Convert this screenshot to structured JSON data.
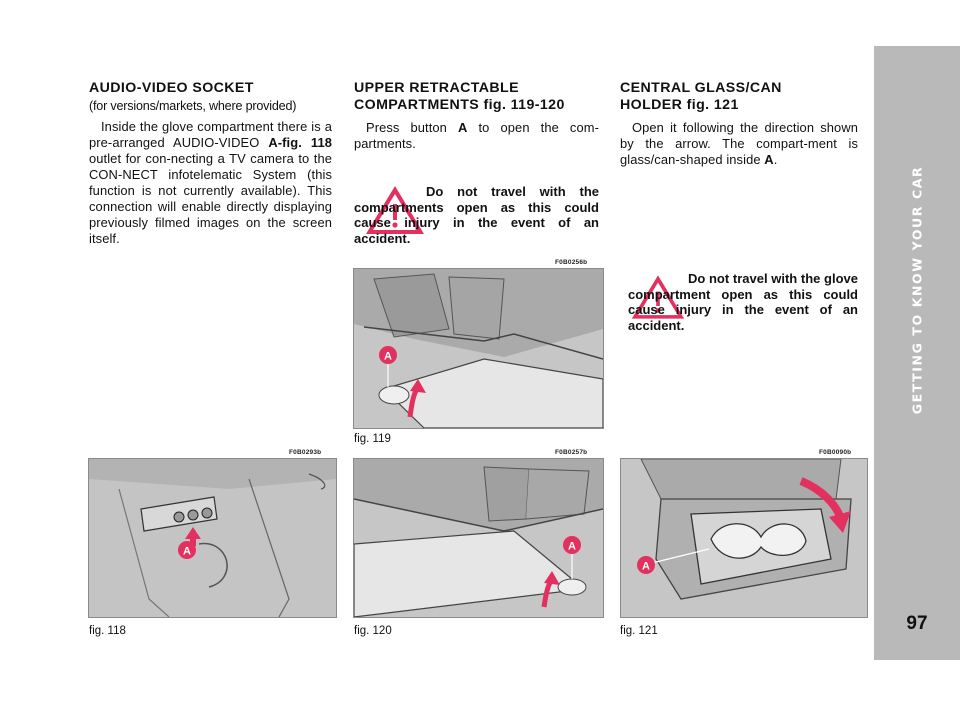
{
  "section": {
    "title": "GETTING TO KNOW YOUR CAR",
    "page_number": "97"
  },
  "col1": {
    "title": "AUDIO-VIDEO SOCKET",
    "subtitle": "(for versions/markets, where provided)",
    "body_pre": "Inside the glove compartment there is a pre-arranged AUDIO-VIDEO ",
    "body_bold": "A-fig. 118",
    "body_post": " outlet for con-necting a TV camera to the CON-NECT infotelematic System (this function is not currently available). This connection will enable directly displaying previously filmed images on the screen itself."
  },
  "col2": {
    "title_line1": "UPPER RETRACTABLE",
    "title_line2": "COMPARTMENTS fig. 119-120",
    "body_pre": "Press button ",
    "body_bold": "A",
    "body_post": " to open the com-partments.",
    "warning": "Do not travel with the compartments open as this could cause injury in the event of an accident."
  },
  "col3": {
    "title_line1": "CENTRAL GLASS/CAN",
    "title_line2": "HOLDER fig. 121",
    "body_pre": "Open it following the direction shown by the arrow. The compart-ment is glass/can-shaped inside ",
    "body_bold": "A",
    "body_post": ".",
    "warning": "Do not travel with the glove compartment open as this could cause injury in the event of an accident."
  },
  "figures": {
    "fig119": {
      "label": "fig. 119",
      "code": "F0B0256b",
      "callout": "A"
    },
    "fig118": {
      "label": "fig. 118",
      "code": "F0B0293b",
      "callout": "A"
    },
    "fig120": {
      "label": "fig. 120",
      "code": "F0B0257b",
      "callout": "A"
    },
    "fig121": {
      "label": "fig. 121",
      "code": "F0B0090b",
      "callout": "A"
    }
  },
  "colors": {
    "side_tab": "#b9b9b9",
    "callout": "#e2315f",
    "warning_triangle": "#e2315f"
  }
}
